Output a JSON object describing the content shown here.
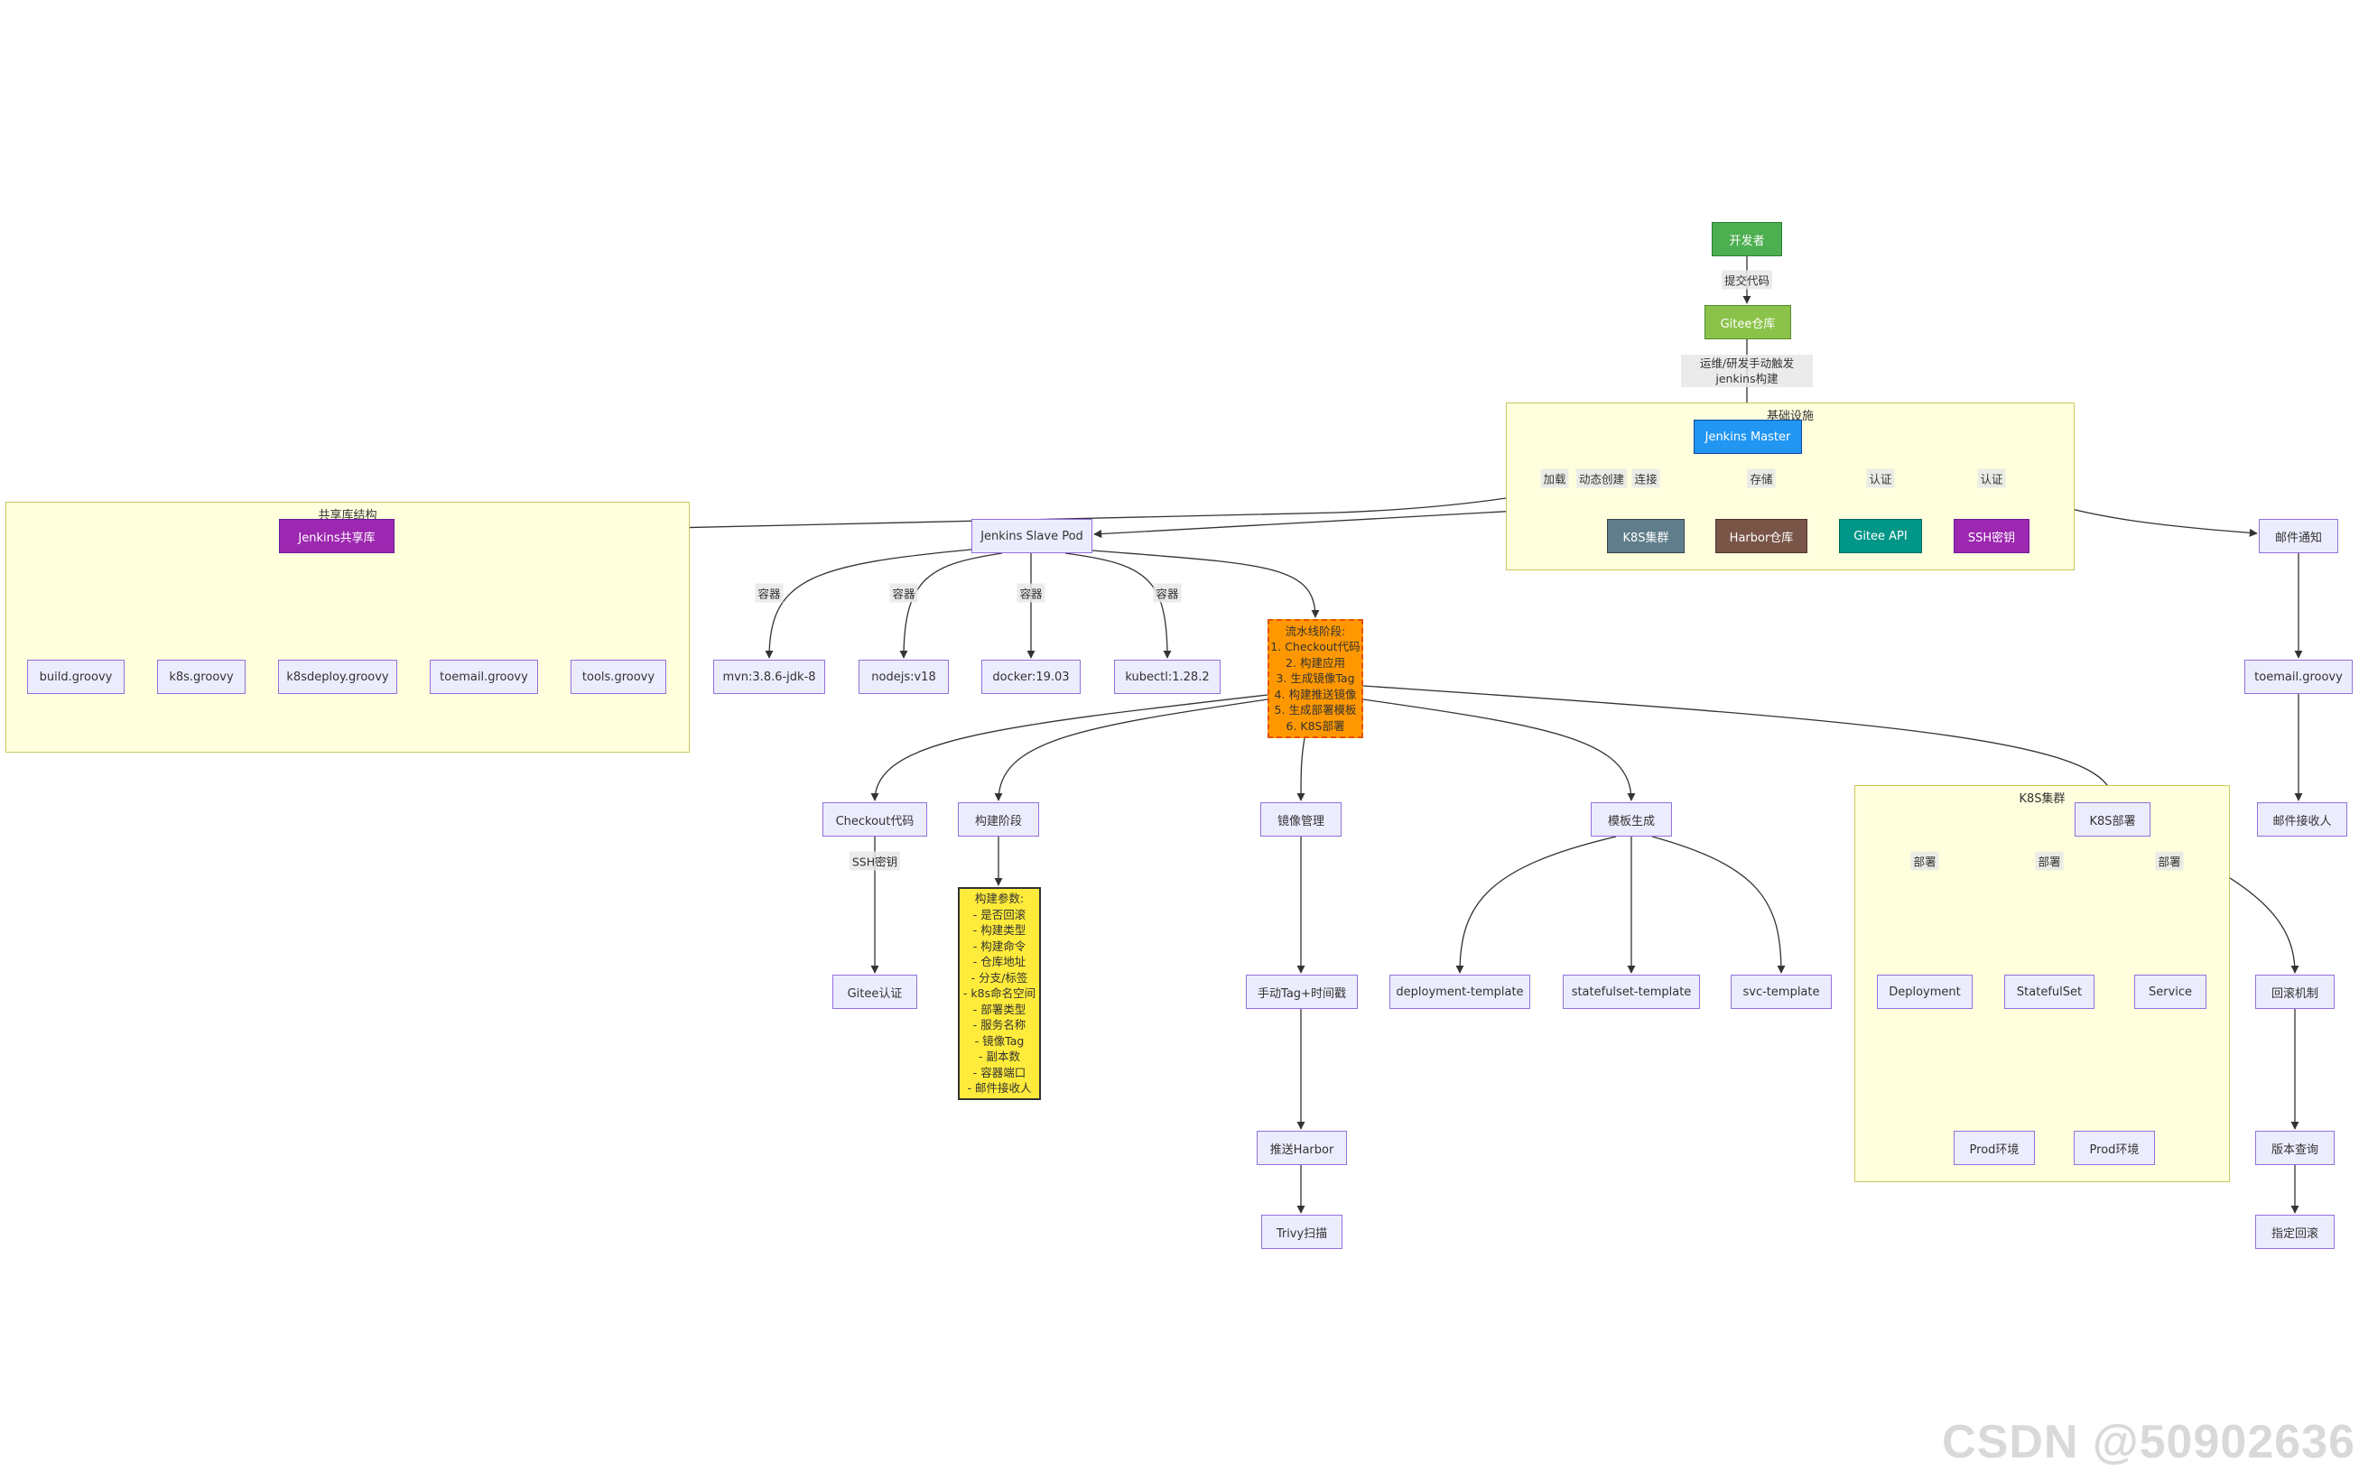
{
  "subgraphs": {
    "infra": "基础设施",
    "lib": "共享库结构",
    "k8s": "K8S集群"
  },
  "nodes": {
    "dev": "开发者",
    "gitee": "Gitee仓库",
    "master": "Jenkins Master",
    "k8s_cluster": "K8S集群",
    "harbor_repo": "Harbor仓库",
    "gitee_api": "Gitee API",
    "ssh_key": "SSH密钥",
    "shared_lib": "Jenkins共享库",
    "slave": "Jenkins Slave Pod",
    "mail_notify": "邮件通知",
    "build_groovy": "build.groovy",
    "k8s_groovy": "k8s.groovy",
    "k8sdeploy_groovy": "k8sdeploy.groovy",
    "toemail_groovy": "toemail.groovy",
    "tools_groovy": "tools.groovy",
    "mvn": "mvn:3.8.6-jdk-8",
    "nodejs": "nodejs:v18",
    "docker": "docker:19.03",
    "kubectl": "kubectl:1.28.2",
    "pipeline": [
      "流水线阶段:",
      "1. Checkout代码",
      "2. 构建应用",
      "3. 生成镜像Tag",
      "4. 构建推送镜像",
      "5. 生成部署模板",
      "6. K8S部署"
    ],
    "toemail_groovy2": "toemail.groovy",
    "mail_receiver": "邮件接收人",
    "checkout": "Checkout代码",
    "build_stage": "构建阶段",
    "image_mgmt": "镜像管理",
    "template_gen": "模板生成",
    "k8s_deploy": "K8S部署",
    "gitee_auth": "Gitee认证",
    "build_params": [
      "构建参数:",
      "- 是否回滚",
      "- 构建类型",
      "- 构建命令",
      "- 仓库地址",
      "- 分支/标签",
      "- k8s命名空间",
      "- 部署类型",
      "- 服务名称",
      "- 镜像Tag",
      "- 副本数",
      "- 容器端口",
      "- 邮件接收人"
    ],
    "manual_tag": "手动Tag+时间戳",
    "deploy_tpl": "deployment-template",
    "sts_tpl": "statefulset-template",
    "svc_tpl": "svc-template",
    "deployment": "Deployment",
    "statefulset": "StatefulSet",
    "service": "Service",
    "rollback": "回滚机制",
    "push_harbor": "推送Harbor",
    "prod1": "Prod环境",
    "prod2": "Prod环境",
    "version_query": "版本查询",
    "trivy": "Trivy扫描",
    "rollback_to": "指定回滚"
  },
  "edge_labels": {
    "commit": "提交代码",
    "trigger": "运维/研发手动触发jenkins构建",
    "load": "加载",
    "dyn_create": "动态创建",
    "connect": "连接",
    "store": "存储",
    "auth1": "认证",
    "auth2": "认证",
    "container1": "容器",
    "container2": "容器",
    "container3": "容器",
    "container4": "容器",
    "ssh": "SSH密钥",
    "deploy1": "部署",
    "deploy2": "部署",
    "deploy3": "部署"
  },
  "colors": {
    "node_fill": "#ECECFF",
    "node_stroke": "#9370DB",
    "dev": "#4CAF50",
    "gitee": "#8BC34A",
    "master": "#2196F3",
    "k8s_cluster": "#607D8B",
    "harbor": "#795548",
    "gitee_api": "#009688",
    "ssh_key": "#9C27B0",
    "shared_lib": "#9C27B0",
    "pipeline": "#FF9800",
    "build_params": "#FFEB3B",
    "subgraph_fill": "#ffffde"
  },
  "watermark": "CSDN @50902636"
}
